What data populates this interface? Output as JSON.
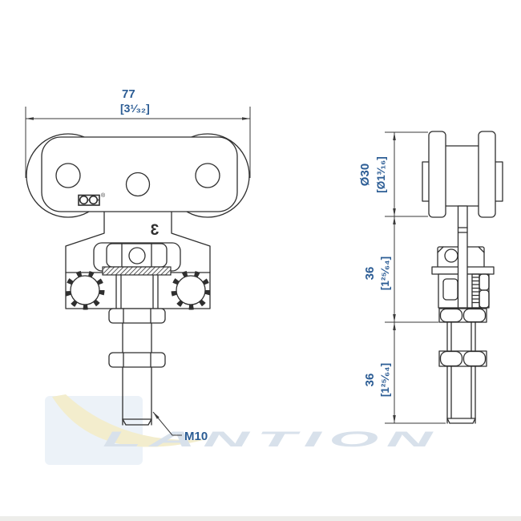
{
  "drawing_title": "beam-trolley-technical-drawing",
  "dims": {
    "front_width_mm": "77",
    "front_width_in": "[3¹⁄₃₂]",
    "wheel_dia_mm": "Ø30",
    "wheel_dia_in": "[Ø1³⁄₁₆]",
    "upper_len_mm": "36",
    "upper_len_in": "[1²⁵⁄₆₄]",
    "lower_len_mm": "36",
    "lower_len_in": "[1²⁵⁄₆₄]",
    "thread": "M10"
  },
  "markings": {
    "size_number": "3",
    "registered": "®"
  },
  "watermark": {
    "text": "LANTION"
  },
  "colors": {
    "dimension_text": "#2b5c94",
    "drawing_line": "#2f2f2f",
    "watermark_text": "#d4dee9",
    "watermark_crescent": "#f2ecc8"
  }
}
